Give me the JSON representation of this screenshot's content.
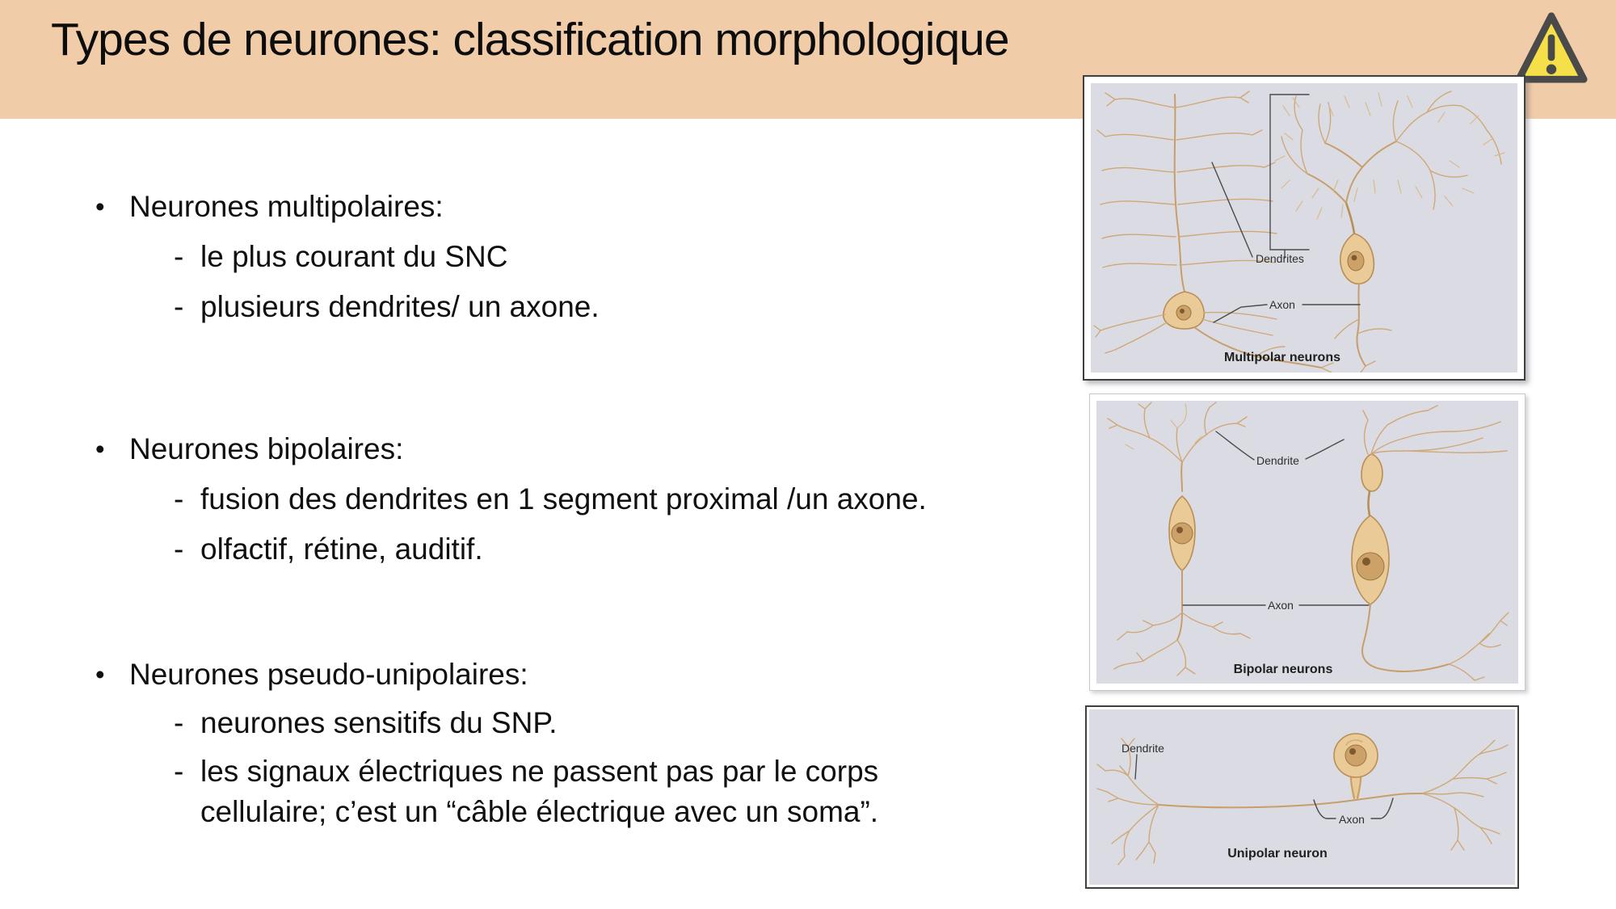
{
  "slide": {
    "title": "Types de neurones: classification morphologique"
  },
  "markers": {
    "bullet": "•",
    "dash": "-"
  },
  "bullets": [
    {
      "label": "Neurones multipolaires:",
      "items": [
        "le plus courant du SNC",
        "plusieurs dendrites/ un axone."
      ]
    },
    {
      "label": "Neurones bipolaires:",
      "items": [
        "fusion des dendrites en 1 segment proximal /un axone.",
        "olfactif, rétine, auditif."
      ]
    },
    {
      "label": "Neurones pseudo-unipolaires:",
      "items": [
        "neurones sensitifs du SNP.",
        "les signaux électriques ne passent pas par le corps cellulaire; c’est un “câble électrique avec un soma”."
      ]
    }
  ],
  "figures": {
    "multipolar": {
      "caption": "Multipolar neurons",
      "dendrites_label": "Dendrites",
      "axon_label": "Axon"
    },
    "bipolar": {
      "caption": "Bipolar neurons",
      "dendrite_label": "Dendrite",
      "axon_label": "Axon"
    },
    "unipolar": {
      "caption": "Unipolar neuron",
      "dendrite_label": "Dendrite",
      "axon_label": "Axon"
    }
  },
  "icons": {
    "warning": "warning-triangle"
  },
  "colors": {
    "header_background": "#F1CCA9",
    "figure_background": "#DBDCE3",
    "neuron_tan": "#C79E6B",
    "warning_yellow": "#F5E04A",
    "warning_border": "#4A4A4A",
    "text": "#101010"
  }
}
